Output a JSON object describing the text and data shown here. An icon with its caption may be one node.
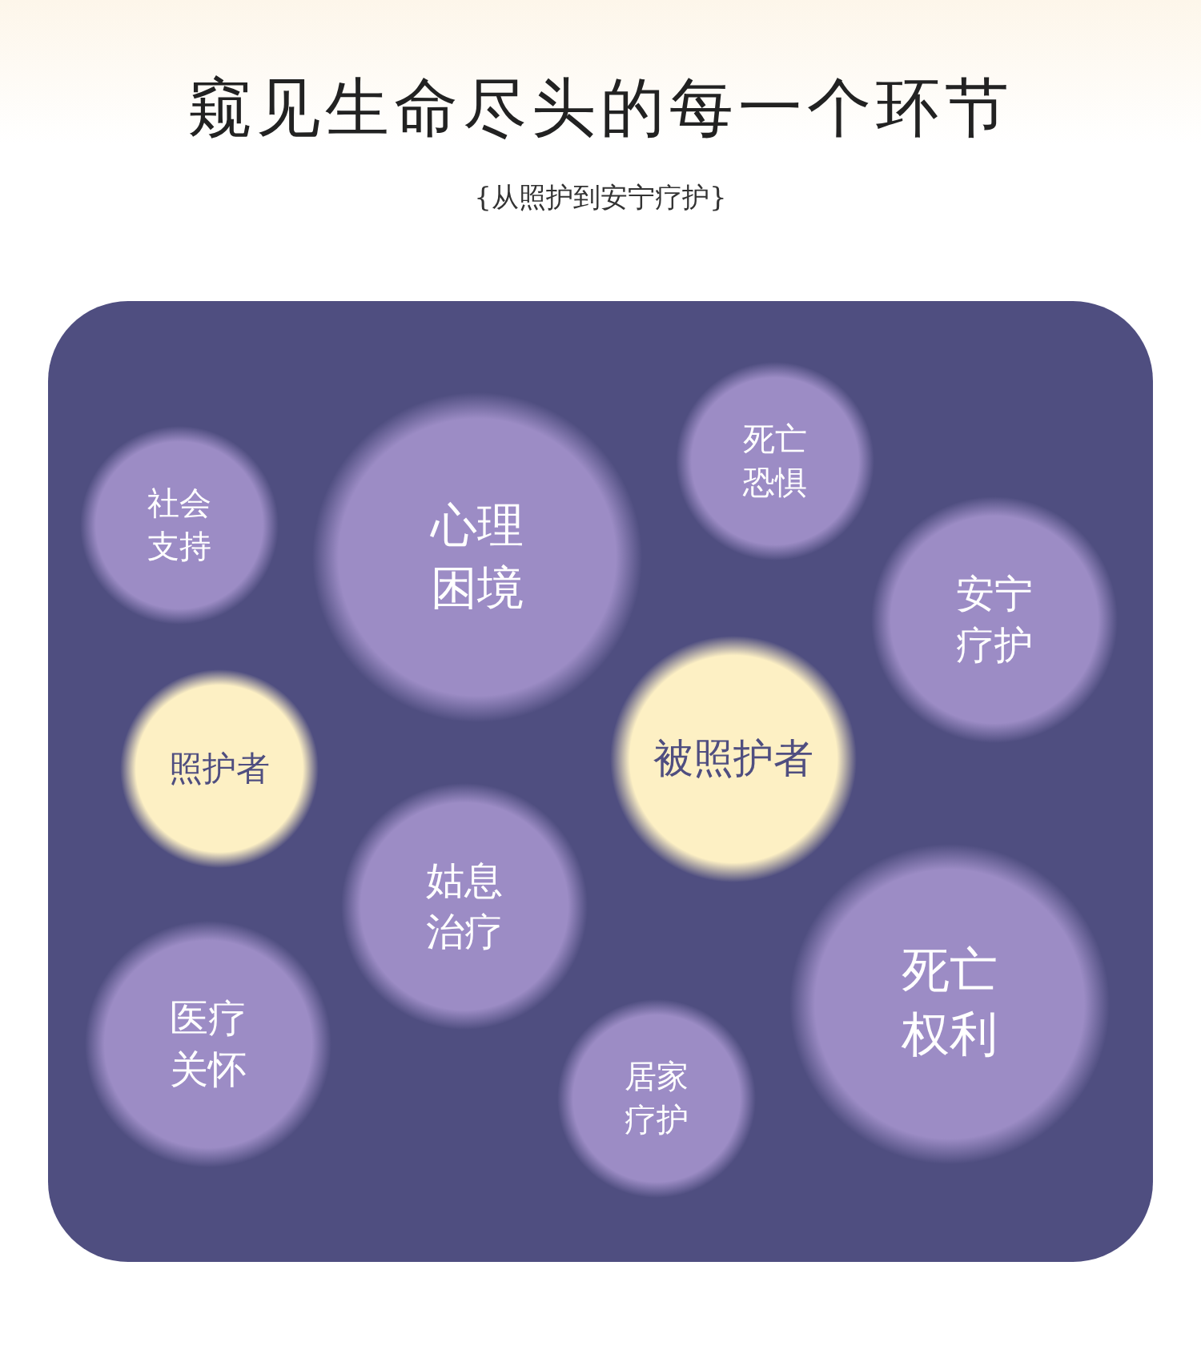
{
  "diagram": {
    "title": "窥见生命尽头的每一个环节",
    "nodes": [
      {
        "text": [
          "社会支持"
        ]
      },
      {
        "text": [
          "心理困境"
        ]
      },
      {
        "text": [
          "死亡恐惧"
        ]
      },
      {
        "text": [
          "安宁疗护"
        ]
      },
      {
        "text": [
          "照护者"
        ]
      },
      {
        "text": [
          "被照护者"
        ]
      },
      {
        "text": [
          "姑息治疗"
        ]
      },
      {
        "text": [
          "医疗关怀"
        ]
      },
      {
        "text": [
          "居家疗护"
        ]
      },
      {
        "text": [
          "死亡权利"
        ]
      }
    ],
    "labels": [
      "{从照护到安宁疗护}"
    ]
  }
}
